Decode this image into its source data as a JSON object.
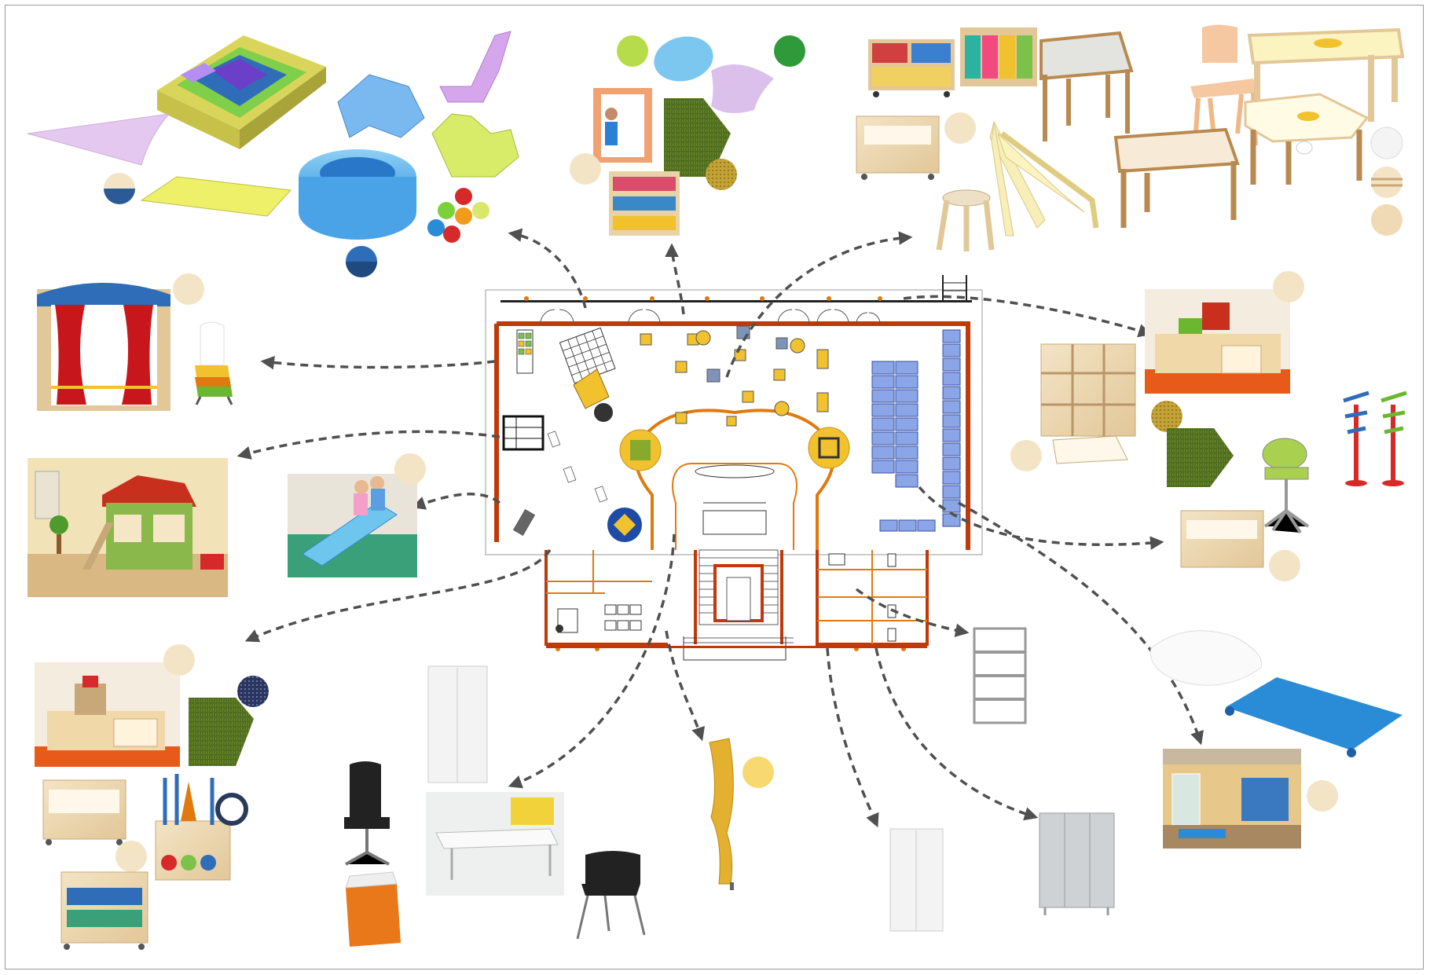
{
  "board": {
    "title": "",
    "palette": {
      "floor_wall": "#c0390b",
      "floor_outline": "#e07a10",
      "floor_round": "#f2c12e",
      "cot_blue": "#8aa6e6",
      "arrow": "#505050",
      "wood": "#e8d2a8",
      "turf": "#4e6b1f",
      "curtain_red": "#c8161d"
    },
    "groups": [
      {
        "id": "soft-play",
        "items": [
          "foam-steps-icon",
          "quarter-mat-icon",
          "soft-elephant-icon",
          "soft-dino-icon",
          "foam-ring-chair-icon",
          "balls-icon",
          "flat-mat-icon"
        ]
      },
      {
        "id": "reading",
        "items": [
          "wall-mirror-icon",
          "cushion-icon",
          "bookshelf-icon",
          "turf-swatch-icon"
        ]
      },
      {
        "id": "art-tables",
        "items": [
          "art-trolley-icon",
          "table-icon",
          "child-chair-icon",
          "easel-icon",
          "stool-icon",
          "star-table-icon"
        ]
      },
      {
        "id": "theatre",
        "items": [
          "puppet-theatre-icon",
          "stacking-chairs-icon"
        ]
      },
      {
        "id": "play-house",
        "items": [
          "play-house-photo-icon",
          "slide-photo-icon"
        ]
      },
      {
        "id": "storage-right",
        "items": [
          "cubby-shelf-icon",
          "play-table-photo-icon",
          "coat-tree-icon",
          "office-swivel-chair-icon",
          "trolley-icon"
        ]
      },
      {
        "id": "storage-left",
        "items": [
          "play-table-photo-icon",
          "sports-cart-icon",
          "drawer-cart-icon"
        ]
      },
      {
        "id": "office",
        "items": [
          "mesh-office-chair-icon",
          "wardrobe-icon",
          "desk-photo-icon",
          "drawer-pedestal-icon",
          "visitor-chair-icon"
        ]
      },
      {
        "id": "divider",
        "items": [
          "screen-divider-icon"
        ]
      },
      {
        "id": "service",
        "items": [
          "metal-shelf-icon",
          "wardrobe-icon",
          "locker-icon"
        ]
      },
      {
        "id": "sleep",
        "items": [
          "pillow-icon",
          "cot-icon",
          "sleep-room-photo-icon"
        ]
      }
    ]
  }
}
